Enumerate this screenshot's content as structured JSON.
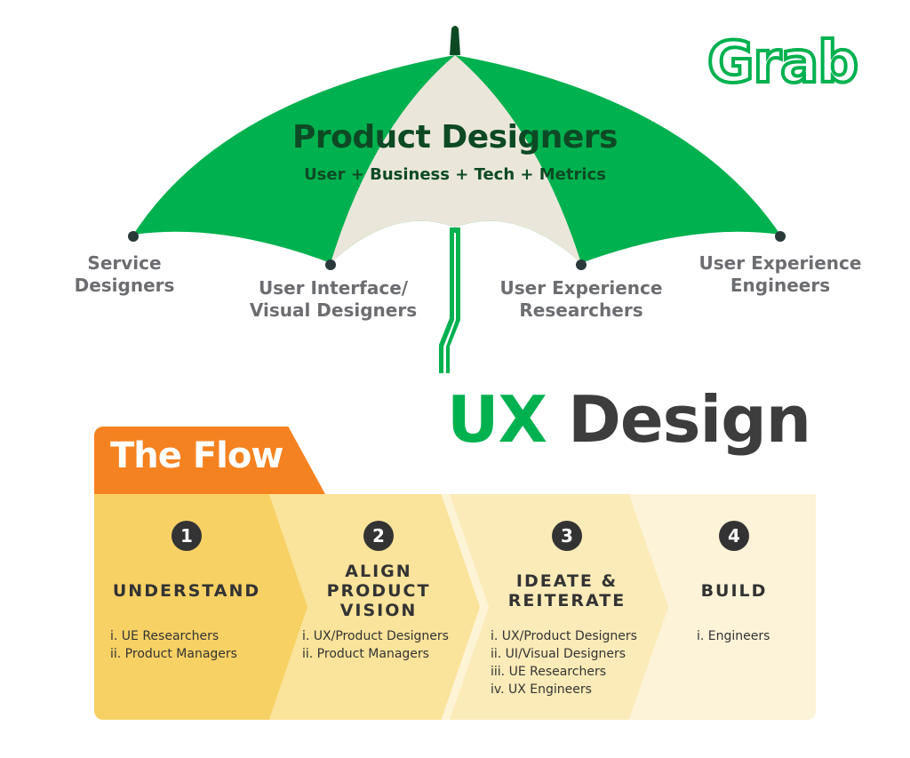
{
  "logo": {
    "text": "Grab"
  },
  "umbrella": {
    "title": "Product Designers",
    "subtitle": "User + Business + Tech + Metrics",
    "roles": [
      {
        "label": "Service\nDesigners"
      },
      {
        "label": "User Interface/\nVisual Designers"
      },
      {
        "label": "User Experience\nResearchers"
      },
      {
        "label": "User Experience\nEngineers"
      }
    ],
    "colors": {
      "green": "#00b14f",
      "cream": "#eae6da",
      "dark_green": "#0d4a24"
    }
  },
  "ux_title": {
    "part1": "UX",
    "part2": "Design"
  },
  "flow": {
    "tab_label": "The Flow",
    "steps": [
      {
        "number": "1",
        "title": "UNDERSTAND",
        "items": [
          "i. UE Researchers",
          "ii. Product Managers"
        ]
      },
      {
        "number": "2",
        "title": "ALIGN\nPRODUCT\nVISION",
        "items": [
          "i. UX/Product Designers",
          "ii. Product Managers"
        ]
      },
      {
        "number": "3",
        "title": "IDEATE &\nREITERATE",
        "items": [
          "i. UX/Product Designers",
          "ii. UI/Visual Designers",
          "iii. UE Researchers",
          "iv. UX Engineers"
        ]
      },
      {
        "number": "4",
        "title": "BUILD",
        "items": [
          "i. Engineers"
        ]
      }
    ]
  }
}
